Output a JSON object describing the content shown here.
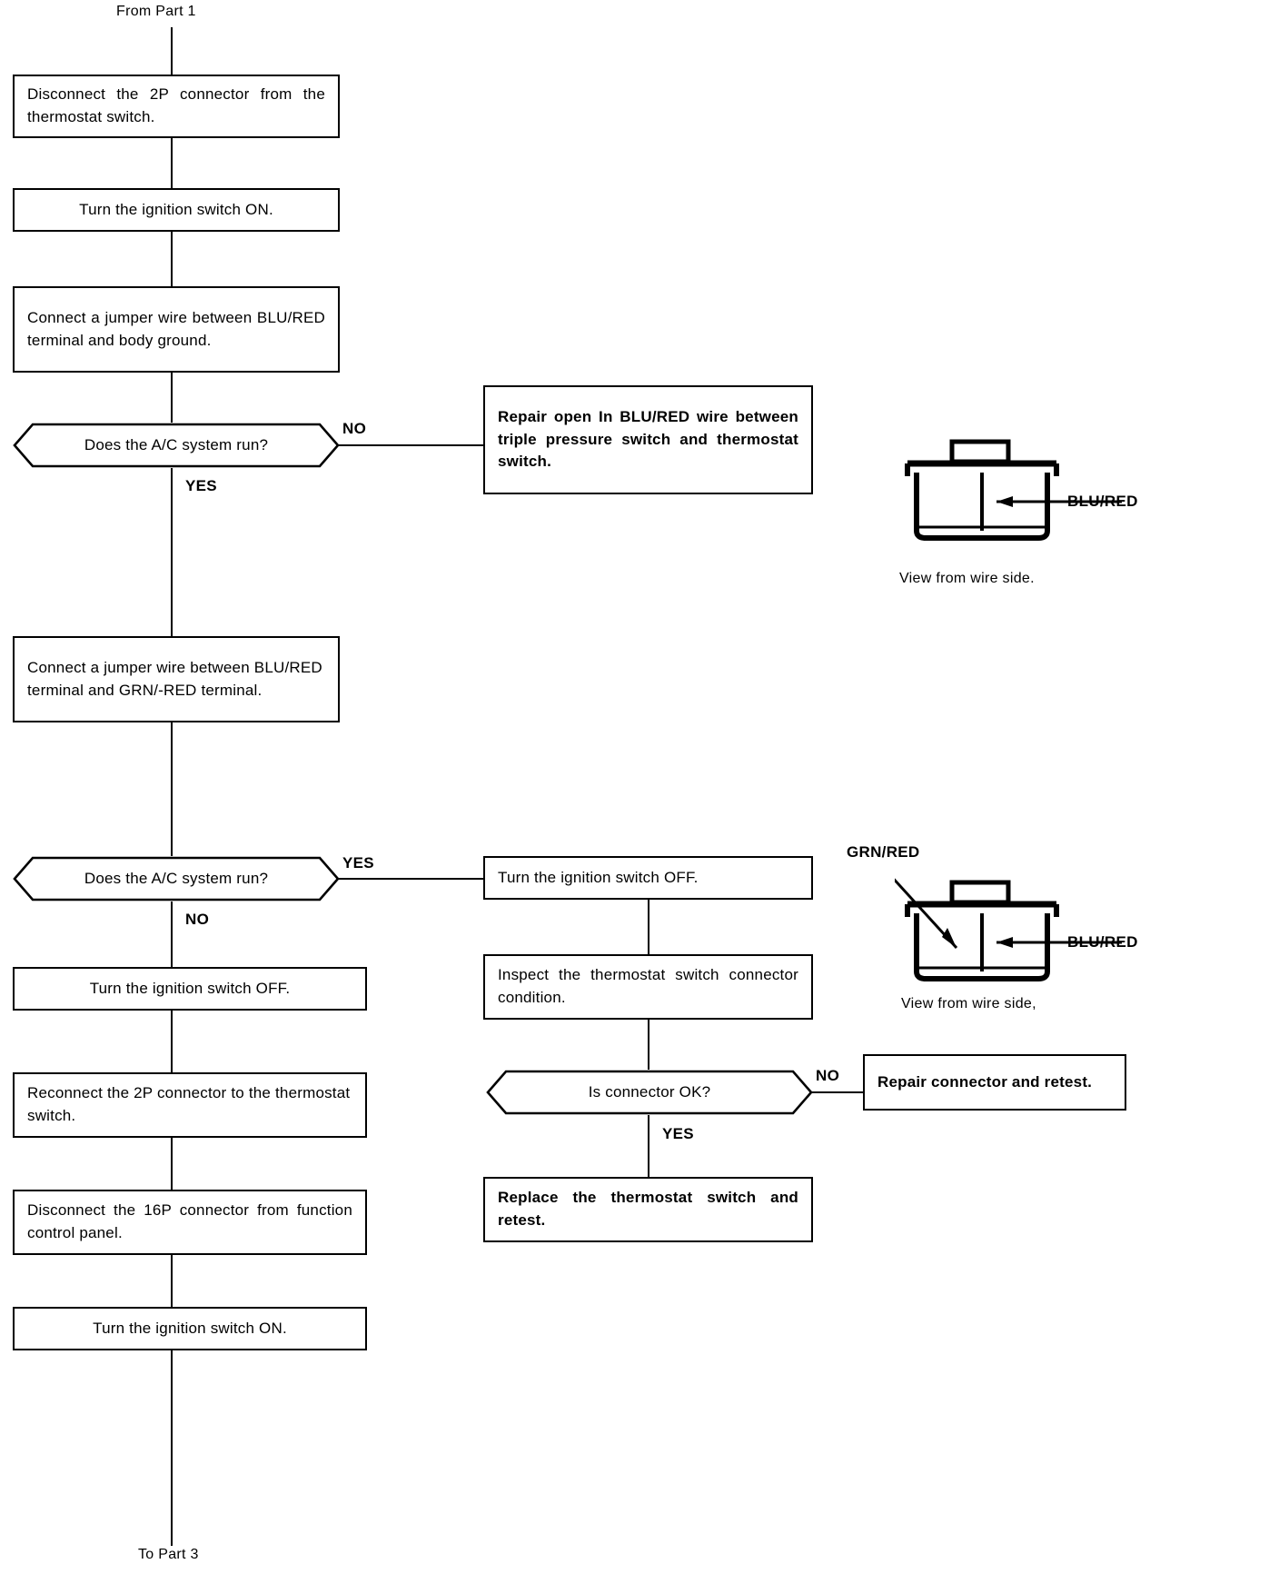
{
  "document": {
    "type": "troubleshooting-flowchart",
    "entry_label": "From Part 1",
    "exit_label": "To Part 3"
  },
  "flow_left": {
    "box_disconnect_2p": "Disconnect the 2P connector from the thermostat switch.",
    "box_ignition_on_1": "Turn the ignition switch ON.",
    "box_jumper_ground": "Connect a jumper wire between BLU/RED terminal and body ground.",
    "decision_ac_run_1": "Does the A/C system run?",
    "decision_1_no": "NO",
    "decision_1_yes": "YES",
    "box_jumper_grnred": "Connect a jumper wire between BLU/RED terminal and GRN/-RED terminal.",
    "decision_ac_run_2": "Does the A/C system run?",
    "decision_2_yes": "YES",
    "decision_2_no": "NO",
    "box_ignition_off_left": "Turn the ignition switch OFF.",
    "box_reconnect_2p": "Reconnect the 2P connector to the thermostat switch.",
    "box_disconnect_16p": "Disconnect the 16P connector from function control panel.",
    "box_ignition_on_2": "Turn the ignition switch ON."
  },
  "flow_right": {
    "box_repair_open": "Repair open In BLU/RED wire between triple pressure switch and thermostat switch.",
    "box_ignition_off_right": "Turn the ignition switch OFF.",
    "box_inspect_connector": "Inspect the thermostat switch connector condition.",
    "decision_connector_ok": "Is connector OK?",
    "connector_no": "NO",
    "connector_yes": "YES",
    "box_repair_connector": "Repair connector and retest.",
    "box_replace_switch": "Replace the thermostat switch and retest."
  },
  "illustrations": {
    "connector_top": {
      "label_blu_red": "BLU/RED",
      "caption": "View from wire side."
    },
    "connector_bottom": {
      "label_grn_red": "GRN/RED",
      "label_blu_red": "BLU/RED",
      "caption": "View from wire side,"
    }
  },
  "colors": {
    "ink": "#000000",
    "paper": "#ffffff"
  }
}
